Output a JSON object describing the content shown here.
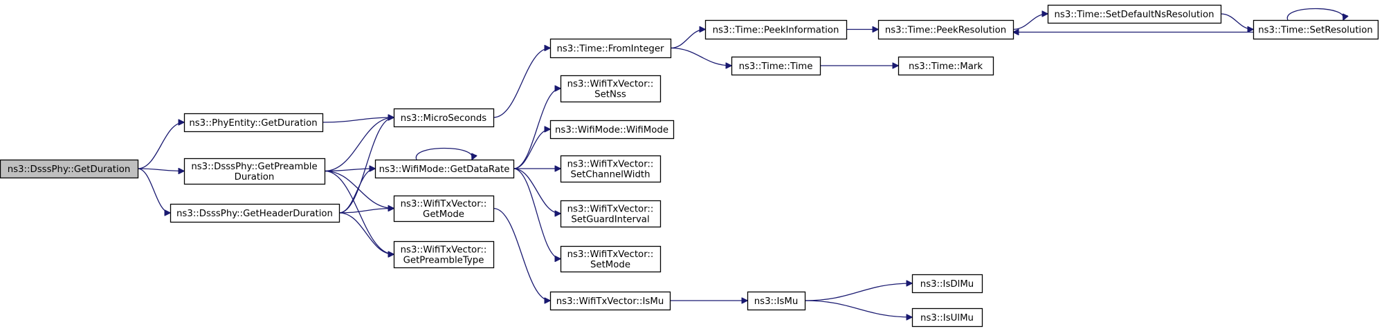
{
  "colors": {
    "edge": "#191970",
    "root_fill": "#bfbfbf",
    "node_fill": "#ffffff",
    "border": "#000000"
  },
  "nodes": {
    "dsss_getduration": {
      "lines": [
        "ns3::DsssPhy::GetDuration"
      ]
    },
    "phyentity_getduration": {
      "lines": [
        "ns3::PhyEntity::GetDuration"
      ]
    },
    "dsss_getpreambleduration": {
      "lines": [
        "ns3::DsssPhy::GetPreamble",
        "Duration"
      ]
    },
    "dsss_getheaderduration": {
      "lines": [
        "ns3::DsssPhy::GetHeaderDuration"
      ]
    },
    "microseconds": {
      "lines": [
        "ns3::MicroSeconds"
      ]
    },
    "wifimode_getdatarate": {
      "lines": [
        "ns3::WifiMode::GetDataRate"
      ]
    },
    "wifitxvector_getmode": {
      "lines": [
        "ns3::WifiTxVector::",
        "GetMode"
      ]
    },
    "wifitxvector_getpreambletype": {
      "lines": [
        "ns3::WifiTxVector::",
        "GetPreambleType"
      ]
    },
    "time_frominteger": {
      "lines": [
        "ns3::Time::FromInteger"
      ]
    },
    "wifitxvector_setnss": {
      "lines": [
        "ns3::WifiTxVector::",
        "SetNss"
      ]
    },
    "wifimode_wifimode": {
      "lines": [
        "ns3::WifiMode::WifiMode"
      ]
    },
    "wifitxvector_setchannelwidth": {
      "lines": [
        "ns3::WifiTxVector::",
        "SetChannelWidth"
      ]
    },
    "wifitxvector_setguardinterval": {
      "lines": [
        "ns3::WifiTxVector::",
        "SetGuardInterval"
      ]
    },
    "wifitxvector_setmode": {
      "lines": [
        "ns3::WifiTxVector::",
        "SetMode"
      ]
    },
    "wifitxvector_ismu": {
      "lines": [
        "ns3::WifiTxVector::IsMu"
      ]
    },
    "time_peekinformation": {
      "lines": [
        "ns3::Time::PeekInformation"
      ]
    },
    "time_time": {
      "lines": [
        "ns3::Time::Time"
      ]
    },
    "time_peekresolution": {
      "lines": [
        "ns3::Time::PeekResolution"
      ]
    },
    "time_mark": {
      "lines": [
        "ns3::Time::Mark"
      ]
    },
    "time_setdefaultnsresolution": {
      "lines": [
        "ns3::Time::SetDefaultNsResolution"
      ]
    },
    "time_setresolution": {
      "lines": [
        "ns3::Time::SetResolution"
      ]
    },
    "ismu": {
      "lines": [
        "ns3::IsMu"
      ]
    },
    "isdlmu": {
      "lines": [
        "ns3::IsDlMu"
      ]
    },
    "isulmu": {
      "lines": [
        "ns3::IsUlMu"
      ]
    }
  },
  "edges": [
    [
      "dsss_getduration",
      "phyentity_getduration"
    ],
    [
      "dsss_getduration",
      "dsss_getpreambleduration"
    ],
    [
      "dsss_getduration",
      "dsss_getheaderduration"
    ],
    [
      "phyentity_getduration",
      "microseconds"
    ],
    [
      "dsss_getpreambleduration",
      "microseconds"
    ],
    [
      "dsss_getpreambleduration",
      "wifimode_getdatarate"
    ],
    [
      "dsss_getpreambleduration",
      "wifitxvector_getmode"
    ],
    [
      "dsss_getpreambleduration",
      "wifitxvector_getpreambletype"
    ],
    [
      "dsss_getheaderduration",
      "microseconds"
    ],
    [
      "dsss_getheaderduration",
      "wifimode_getdatarate"
    ],
    [
      "dsss_getheaderduration",
      "wifitxvector_getmode"
    ],
    [
      "dsss_getheaderduration",
      "wifitxvector_getpreambletype"
    ],
    [
      "microseconds",
      "time_frominteger"
    ],
    [
      "wifimode_getdatarate",
      "wifimode_getdatarate"
    ],
    [
      "wifimode_getdatarate",
      "wifitxvector_setnss"
    ],
    [
      "wifimode_getdatarate",
      "wifimode_wifimode"
    ],
    [
      "wifimode_getdatarate",
      "wifitxvector_setchannelwidth"
    ],
    [
      "wifimode_getdatarate",
      "wifitxvector_setguardinterval"
    ],
    [
      "wifimode_getdatarate",
      "wifitxvector_setmode"
    ],
    [
      "wifitxvector_getmode",
      "wifitxvector_ismu"
    ],
    [
      "time_frominteger",
      "time_peekinformation"
    ],
    [
      "time_frominteger",
      "time_time"
    ],
    [
      "time_peekinformation",
      "time_peekresolution"
    ],
    [
      "time_time",
      "time_mark"
    ],
    [
      "time_peekresolution",
      "time_setdefaultnsresolution"
    ],
    [
      "time_setdefaultnsresolution",
      "time_setresolution"
    ],
    [
      "time_setresolution",
      "time_peekresolution"
    ],
    [
      "time_setresolution",
      "time_setresolution"
    ],
    [
      "wifitxvector_ismu",
      "ismu"
    ],
    [
      "ismu",
      "isdlmu"
    ],
    [
      "ismu",
      "isulmu"
    ]
  ]
}
